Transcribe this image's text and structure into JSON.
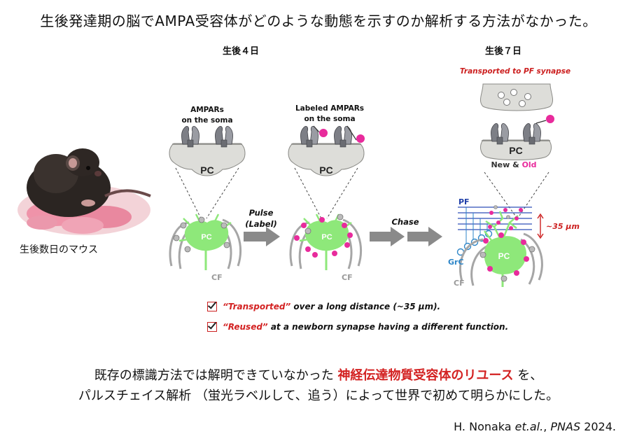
{
  "headline": "生後発達期の脳でAMPA受容体がどのような動態を示すのか解析する方法がなかった。",
  "stages": {
    "day4": "生後４日",
    "day7": "生後７日"
  },
  "captions": {
    "ampars_line1": "AMPARs",
    "ampars_line2": "on the soma",
    "labeled_line1": "Labeled AMPARs",
    "labeled_line2": "on the soma",
    "transported": "Transported to PF synapse"
  },
  "arrows": {
    "pulse_line1": "Pulse",
    "pulse_line2": "(Label)",
    "chase": "Chase"
  },
  "cell_labels": {
    "pc": "PC",
    "cf": "CF",
    "pf": "PF",
    "grc": "GrC",
    "new": "New",
    "amp": "&",
    "old": "Old",
    "distance": "~35 μm"
  },
  "mouse_caption": "生後数日のマウス",
  "checks": [
    {
      "highlight": "“Transported”",
      "rest": " over a long distance (~35 μm)."
    },
    {
      "highlight": "“Reused”",
      "rest": " at a newborn synapse having a different function."
    }
  ],
  "summary": {
    "line1_before": "既存の標識方法では解明できていなかった ",
    "line1_highlight": "神経伝達物質受容体のリユース",
    "line1_after": " を、",
    "line2": "パルスチェイス解析 （蛍光ラベルして、追う）によって世界で初めて明らかにした。"
  },
  "citation": {
    "authors": "H. Nonaka ",
    "etal": "et.al.",
    "sep": ", ",
    "journal": "PNAS",
    "year": " 2024."
  },
  "colors": {
    "label_magenta": "#e82b9c",
    "soma_green": "#8ee87a",
    "highlight_red": "#d32222",
    "pf_blue": "#1f3fa8",
    "grc_blue": "#2e86c8"
  }
}
